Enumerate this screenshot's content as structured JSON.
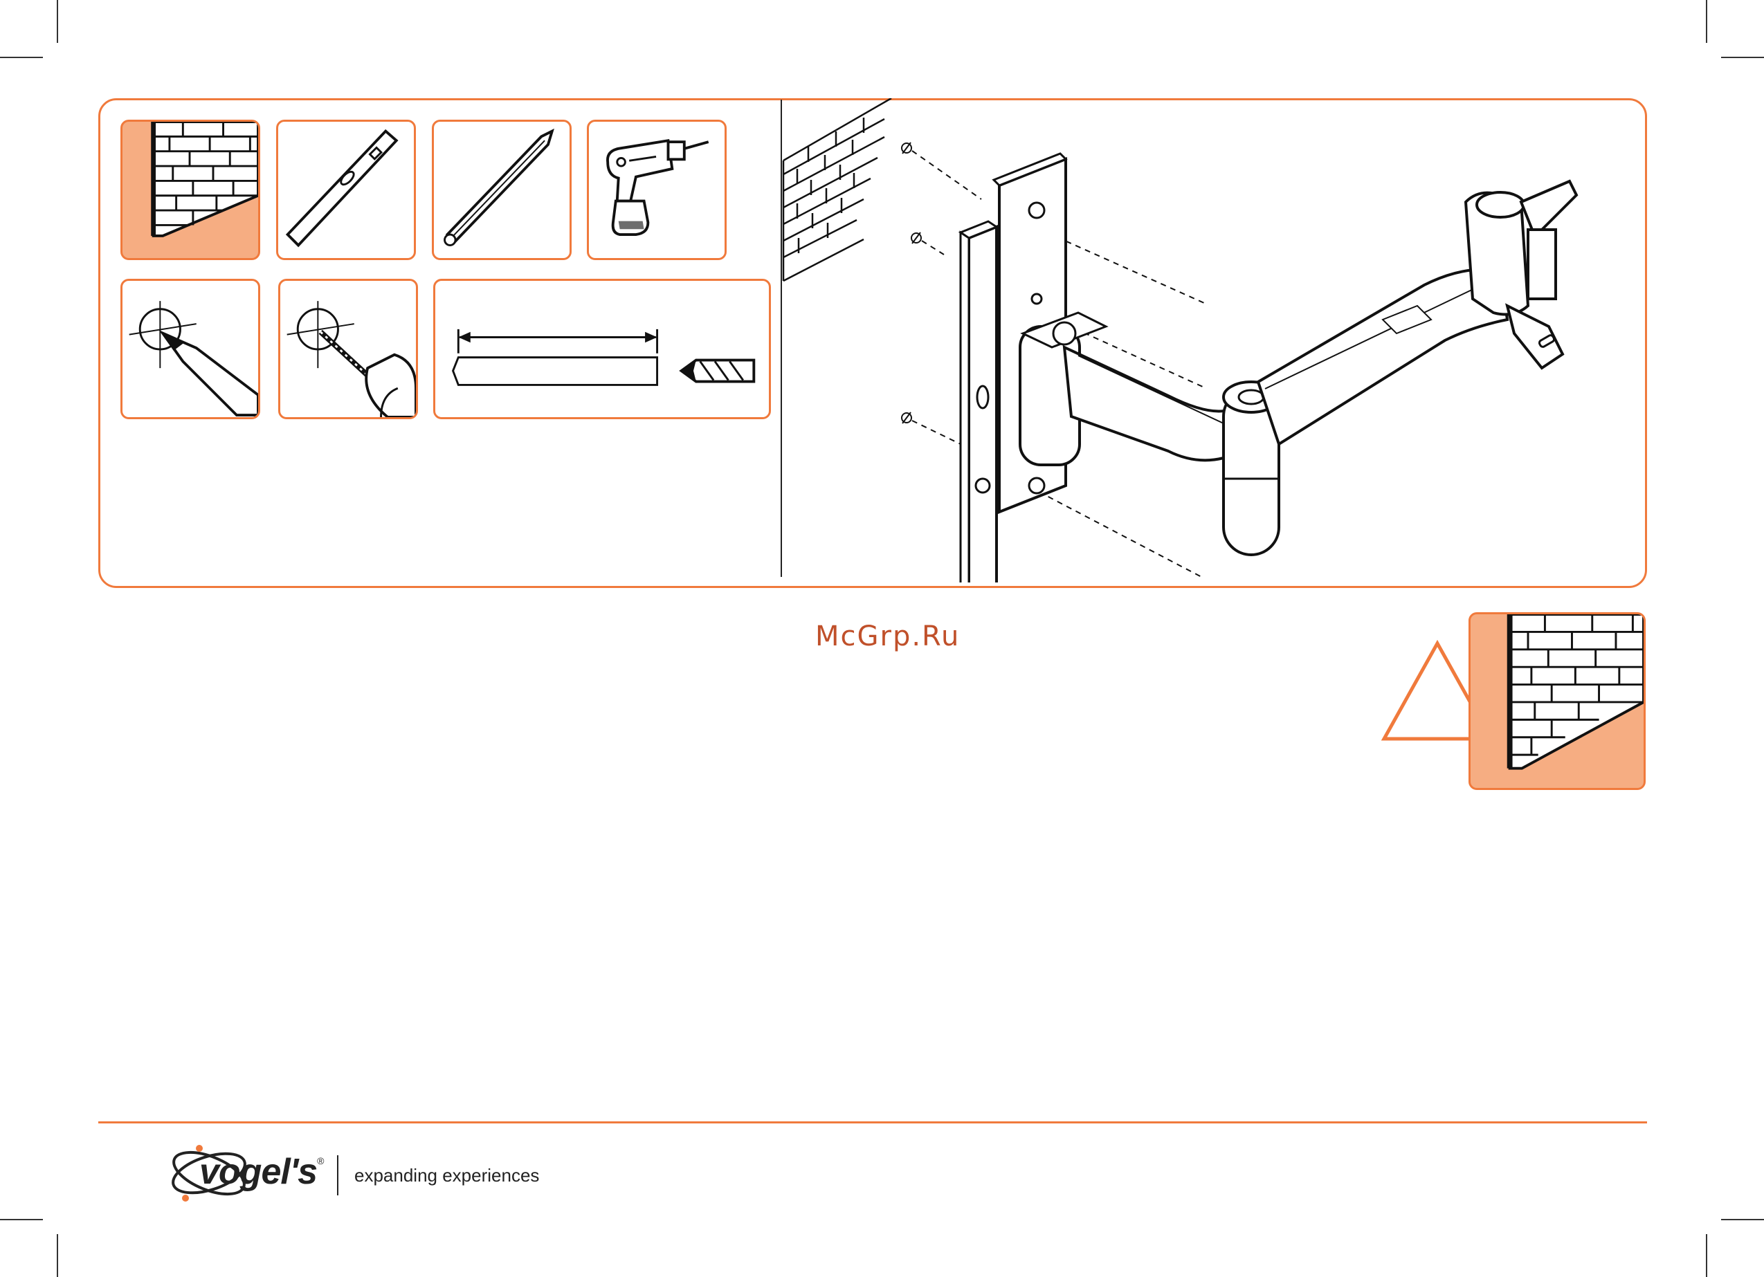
{
  "brand": {
    "name": "vogel's",
    "registered_mark": "®",
    "tagline": "expanding experiences",
    "accent_color": "#f07a3c",
    "fill_color": "#f6ad82"
  },
  "watermark": "McGrp.Ru",
  "tools": [
    {
      "icon": "brick-wall-icon"
    },
    {
      "icon": "spirit-level-icon"
    },
    {
      "icon": "pencil-icon"
    },
    {
      "icon": "power-drill-icon"
    },
    {
      "icon": "mark-hole-icon"
    },
    {
      "icon": "drill-hole-icon"
    },
    {
      "icon": "drill-depth-icon"
    }
  ],
  "main_illustration": "wall-mount-arm-illustration",
  "warning": {
    "icon": "warning-triangle-icon",
    "wall_icon": "brick-wall-icon"
  }
}
